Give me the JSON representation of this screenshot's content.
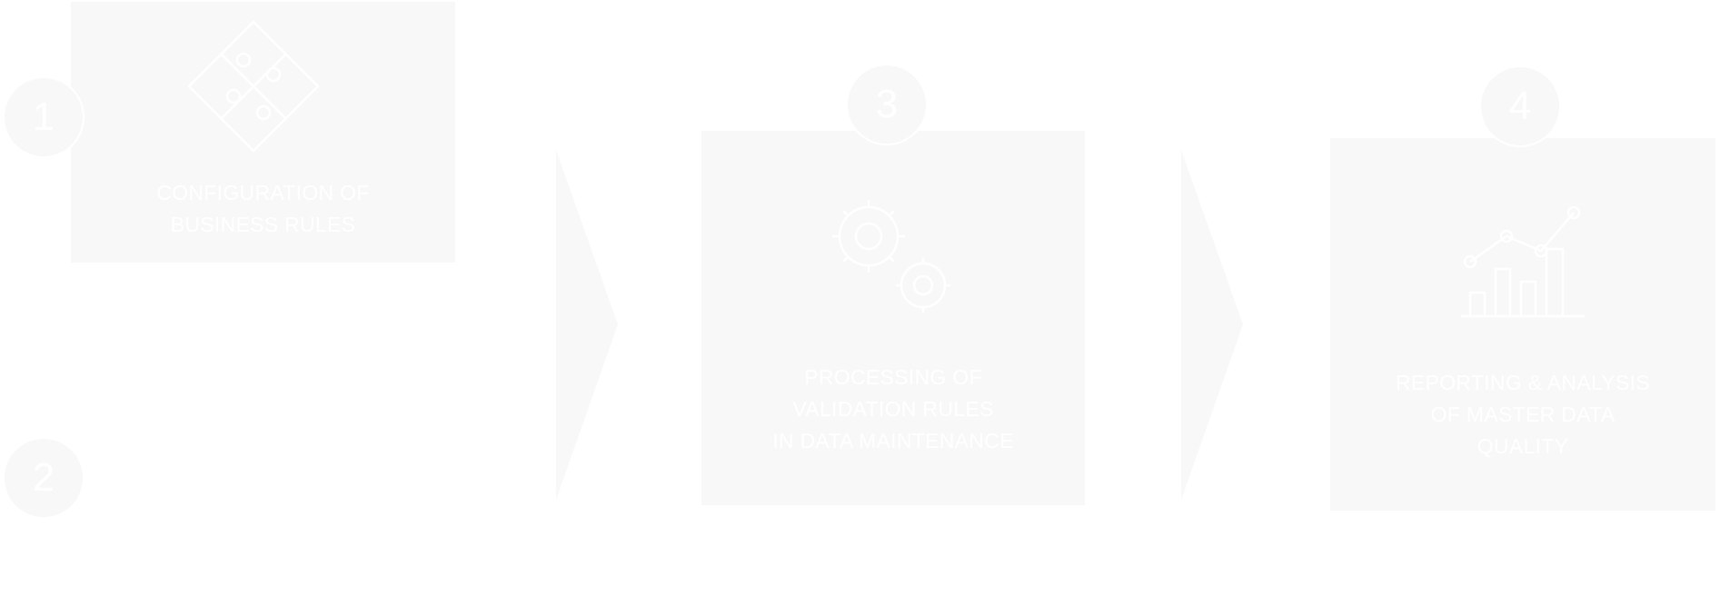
{
  "colors": {
    "panel": "#f8f8f8",
    "text": "#ffffff",
    "background": "#ffffff"
  },
  "steps": [
    {
      "number": "1",
      "title": "CONFIGURATION OF\nBUSINESS RULES",
      "icon": "puzzle-icon"
    },
    {
      "number": "2"
    },
    {
      "number": "3",
      "title": "PROCESSING OF\nVALIDATION RULES\nIN DATA MAINTENANCE",
      "icon": "gears-icon"
    },
    {
      "number": "4",
      "title": "REPORTING & ANALYSIS\nOF MASTER DATA\nQUALITY",
      "icon": "bar-chart-icon"
    }
  ],
  "connectors": [
    {
      "icon": "chevron-right-icon"
    },
    {
      "icon": "chevron-right-icon"
    }
  ]
}
